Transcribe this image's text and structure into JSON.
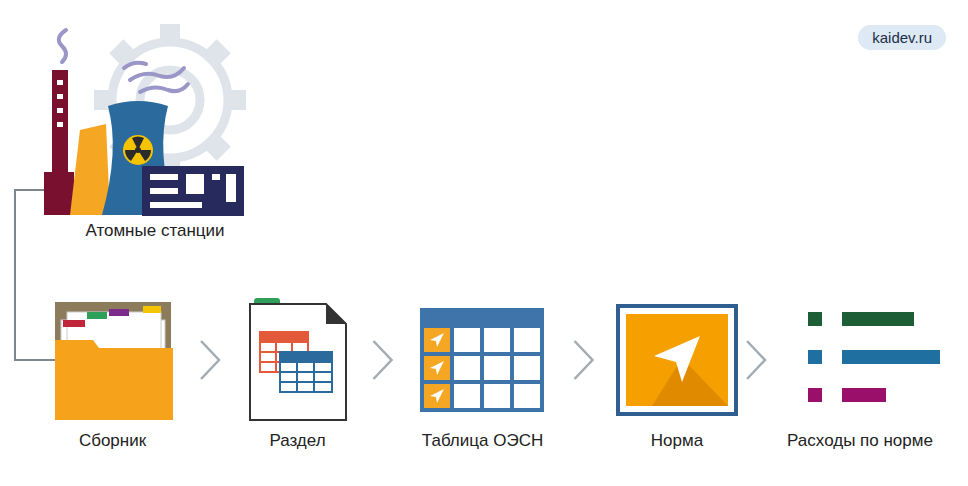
{
  "diagram": {
    "nodes": [
      {
        "text": [
          "Атомные станции"
        ]
      },
      {
        "text": [
          "Сборник"
        ]
      },
      {
        "text": [
          "Раздел"
        ]
      },
      {
        "text": [
          "Таблица ОЭСН"
        ]
      },
      {
        "text": [
          "Норма"
        ]
      },
      {
        "text": [
          "Расходы по норме"
        ]
      }
    ],
    "edges": [
      {
        "from": 0,
        "to": 1,
        "arrow": "none"
      },
      {
        "from": 1,
        "to": 2,
        "arrow": "to"
      },
      {
        "from": 2,
        "to": 3,
        "arrow": "to"
      },
      {
        "from": 3,
        "to": 4,
        "arrow": "to"
      },
      {
        "from": 4,
        "to": 5,
        "arrow": "to"
      }
    ],
    "labels": [
      "kaidev.ru"
    ]
  }
}
